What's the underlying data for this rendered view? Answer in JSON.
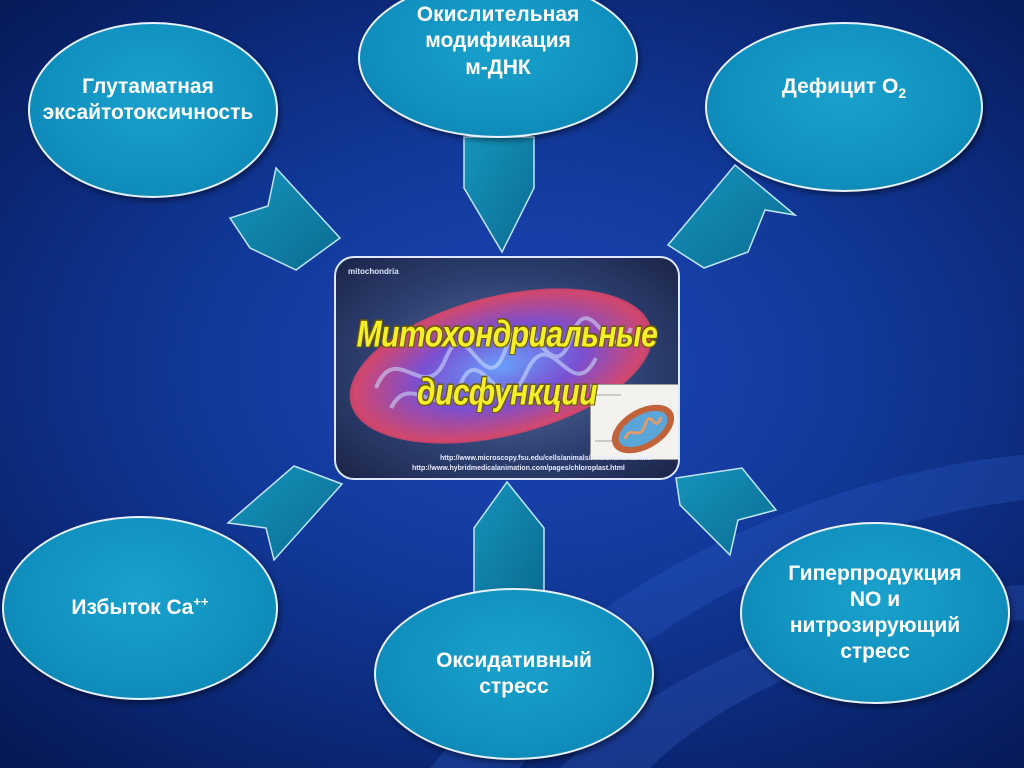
{
  "center": {
    "title_line1": "Митохондриальные",
    "title_line2": "дисфункции",
    "tag": "mitochondria",
    "url1": "http://www.microscopy.fsu.edu/cells/animals/mitochondria.html",
    "url2": "http://www.hybridmedicalanimation.com/pages/chloroplast.html"
  },
  "nodes": {
    "glutamate": "Глутаматная эксайтотоксичность",
    "oxidative_mod_line1": "Окислительная",
    "oxidative_mod_line2": "модификация",
    "oxidative_mod_line3": "м-ДНК",
    "o2_text": "Дефицит O",
    "o2_sub": "2",
    "calcium_text": "Избыток Ca",
    "calcium_sup": "++",
    "oxidative_stress": "Оксидативный стресс",
    "no_line1": "Гиперпродукция",
    "no_line2": "NO и",
    "no_line3": "нитрозирующий",
    "no_line4": "стресс"
  },
  "colors": {
    "node_fill": "#1090be",
    "node_border": "#e8f1ff",
    "arrow_fill": "#0e7aa0",
    "title": "#f4ef2a",
    "background": "#123a9c"
  }
}
